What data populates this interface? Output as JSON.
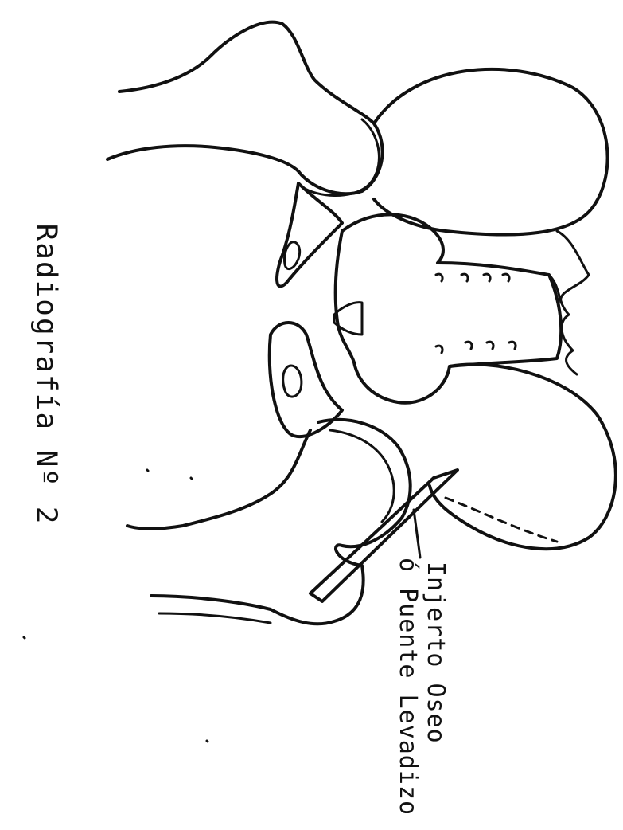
{
  "figure": {
    "title": "Radiografía Nº 2",
    "annotation_line1": "Injerto Oseo",
    "annotation_line2": "ó Puente Levadizo"
  }
}
